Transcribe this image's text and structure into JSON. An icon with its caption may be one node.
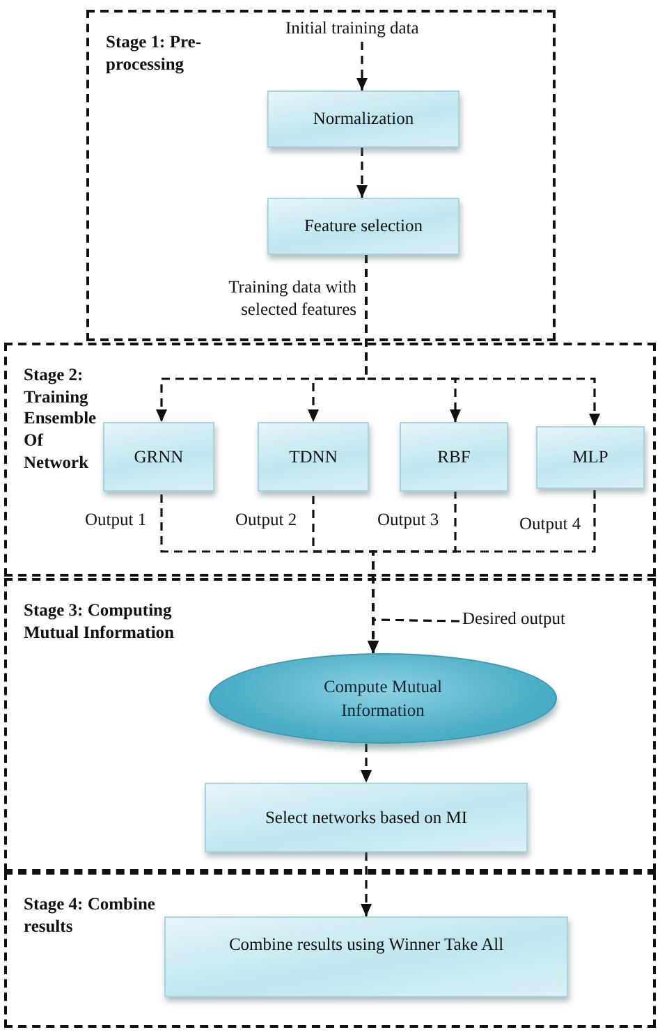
{
  "diagram": {
    "nodes": [
      {
        "text": [
          "Stage 1: Pre-processing"
        ]
      },
      {
        "text": [
          "Initial training data"
        ],
        "in": 0
      },
      {
        "text": [
          "Normalization"
        ],
        "in": 0
      },
      {
        "text": [
          "Feature selection"
        ],
        "in": 0
      },
      {
        "text": [
          "Training data with selected features"
        ],
        "in": 0
      },
      {
        "text": [
          "Stage 2: Training Ensemble Of Network"
        ]
      },
      {
        "text": [
          "GRNN"
        ],
        "in": 5,
        "beside": [
          "Output 1"
        ]
      },
      {
        "text": [
          "TDNN"
        ],
        "in": 5,
        "beside": [
          "Output 2"
        ]
      },
      {
        "text": [
          "RBF"
        ],
        "in": 5,
        "beside": [
          "Output 3"
        ]
      },
      {
        "text": [
          "MLP"
        ],
        "in": 5,
        "beside": [
          "Output 4"
        ]
      },
      {
        "text": [
          "Stage 3: Computing Mutual Information"
        ]
      },
      {
        "text": [
          "Desired output"
        ],
        "in": 10
      },
      {
        "text": [
          "Compute Mutual Information"
        ],
        "in": 10
      },
      {
        "text": [
          "Select networks based on MI"
        ],
        "in": 10
      },
      {
        "text": [
          "Stage 4: Combine results"
        ]
      },
      {
        "text": [
          "Combine results using Winner Take All"
        ],
        "in": 14
      }
    ],
    "edges": [
      {
        "from": 1,
        "to": 2,
        "arrow": "to"
      },
      {
        "from": 2,
        "to": 3,
        "arrow": "to"
      },
      {
        "from": 3,
        "to": 6,
        "arrow": "to"
      },
      {
        "from": 3,
        "to": 7,
        "arrow": "to"
      },
      {
        "from": 3,
        "to": 8,
        "arrow": "to"
      },
      {
        "from": 3,
        "to": 9,
        "arrow": "to"
      },
      {
        "from": 6,
        "to": 12,
        "arrow": "to"
      },
      {
        "from": 7,
        "to": 12,
        "arrow": "to"
      },
      {
        "from": 8,
        "to": 12,
        "arrow": "to"
      },
      {
        "from": 9,
        "to": 12,
        "arrow": "to"
      },
      {
        "from": 11,
        "to": 12,
        "arrow": "to"
      },
      {
        "from": 12,
        "to": 13,
        "arrow": "to"
      },
      {
        "from": 13,
        "to": 15,
        "arrow": "to"
      }
    ]
  }
}
